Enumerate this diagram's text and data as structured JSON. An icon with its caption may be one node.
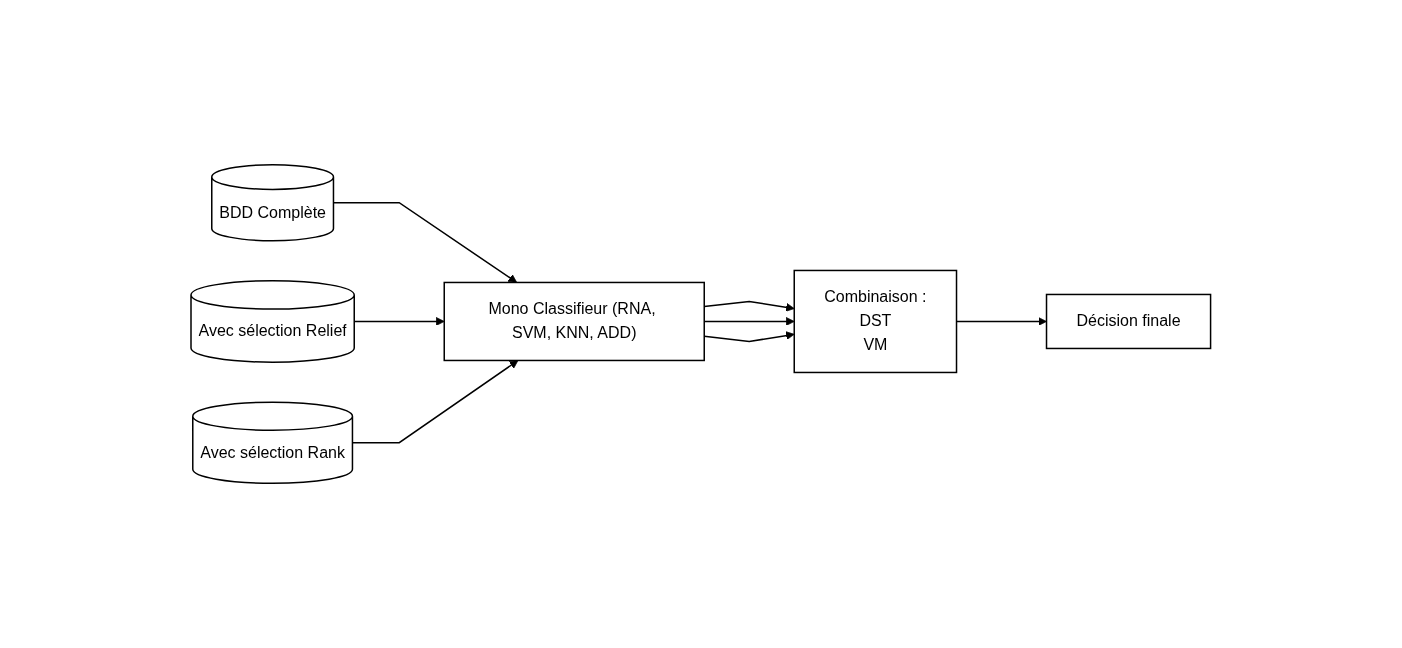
{
  "diagram": {
    "nodes": [
      {
        "text": [
          "BDD Complète"
        ]
      },
      {
        "text": [
          "Avec sélection Relief"
        ]
      },
      {
        "text": [
          "Avec sélection Rank"
        ]
      },
      {
        "text": [
          "Mono Classifieur (RNA, SVM, KNN, ADD)"
        ]
      },
      {
        "text": [
          "Combinaison :",
          "DST",
          "VM"
        ]
      },
      {
        "text": [
          "Décision finale"
        ]
      }
    ],
    "edges": [
      {
        "from": 0,
        "to": 3,
        "arrow": "to"
      },
      {
        "from": 1,
        "to": 3,
        "arrow": "to"
      },
      {
        "from": 2,
        "to": 3,
        "arrow": "to"
      },
      {
        "from": 3,
        "to": 4,
        "arrow": "to"
      },
      {
        "from": 3,
        "to": 4,
        "arrow": "to"
      },
      {
        "from": 3,
        "to": 4,
        "arrow": "to"
      },
      {
        "from": 4,
        "to": 5,
        "arrow": "to"
      }
    ]
  }
}
